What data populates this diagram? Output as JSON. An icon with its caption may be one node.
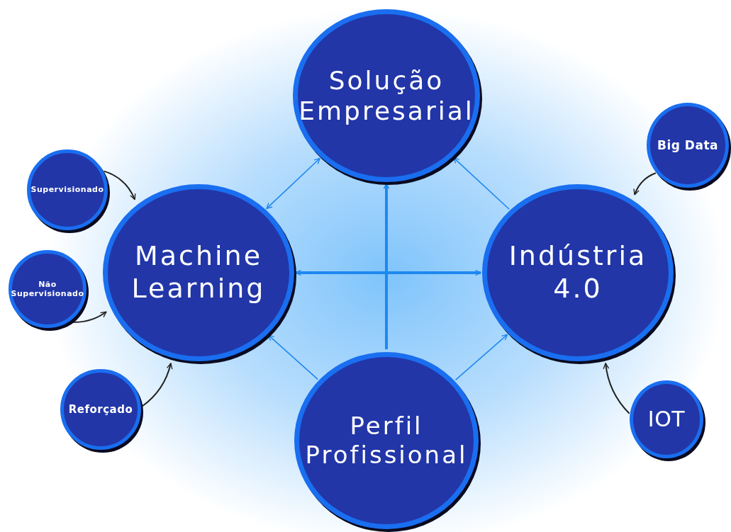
{
  "diagram": {
    "nodes": [
      {
        "text": [
          "Solução Empresarial"
        ]
      },
      {
        "text": [
          "Machine Learning"
        ]
      },
      {
        "text": [
          "Indústria 4.0"
        ]
      },
      {
        "text": [
          "Perfil Profissional"
        ]
      },
      {
        "text": [
          "Supervisionado"
        ]
      },
      {
        "text": [
          "Não Supervisionado"
        ]
      },
      {
        "text": [
          "Reforçado"
        ]
      },
      {
        "text": [
          "Big Data"
        ]
      },
      {
        "text": [
          "IOT"
        ]
      }
    ],
    "edges": [
      {
        "from": 1,
        "to": 2,
        "arrow": "both",
        "style": "thick"
      },
      {
        "from": 3,
        "to": 0,
        "arrow": "to",
        "style": "thick"
      },
      {
        "from": 0,
        "to": 1,
        "arrow": "both"
      },
      {
        "from": 2,
        "to": 0,
        "arrow": "to"
      },
      {
        "from": 3,
        "to": 1,
        "arrow": "to"
      },
      {
        "from": 3,
        "to": 2,
        "arrow": "to"
      },
      {
        "from": 4,
        "to": 1,
        "arrow": "to",
        "color": "#222222"
      },
      {
        "from": 5,
        "to": 1,
        "arrow": "to",
        "color": "#222222"
      },
      {
        "from": 6,
        "to": 1,
        "arrow": "to",
        "color": "#222222"
      },
      {
        "from": 7,
        "to": 2,
        "arrow": "to",
        "color": "#222222"
      },
      {
        "from": 8,
        "to": 2,
        "arrow": "to",
        "color": "#222222"
      }
    ]
  }
}
